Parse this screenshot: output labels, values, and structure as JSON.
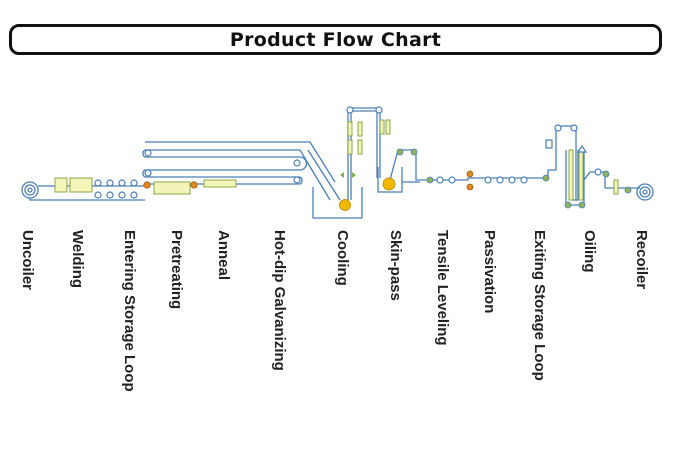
{
  "title": "Product Flow Chart",
  "steps": [
    {
      "label": "Uncoiler"
    },
    {
      "label": "Welding"
    },
    {
      "label": "Entering Storage Loop"
    },
    {
      "label": "Pretreating"
    },
    {
      "label": "Anneal"
    },
    {
      "label": "Hot-dip Galvanizing"
    },
    {
      "label": "Cooling"
    },
    {
      "label": "Skin-pass"
    },
    {
      "label": "Tensile Leveling"
    },
    {
      "label": "Passivation"
    },
    {
      "label": "Exiting Storage Loop"
    },
    {
      "label": "Oiling"
    },
    {
      "label": "Recoiler"
    }
  ],
  "colors": {
    "line": "#4a7fb5",
    "equipment_fill": "#f2f4b8",
    "equipment_stroke": "#8aa44a",
    "roll": "#8fb35a",
    "heater": "#e08a1e",
    "pot": "#f0b800"
  }
}
